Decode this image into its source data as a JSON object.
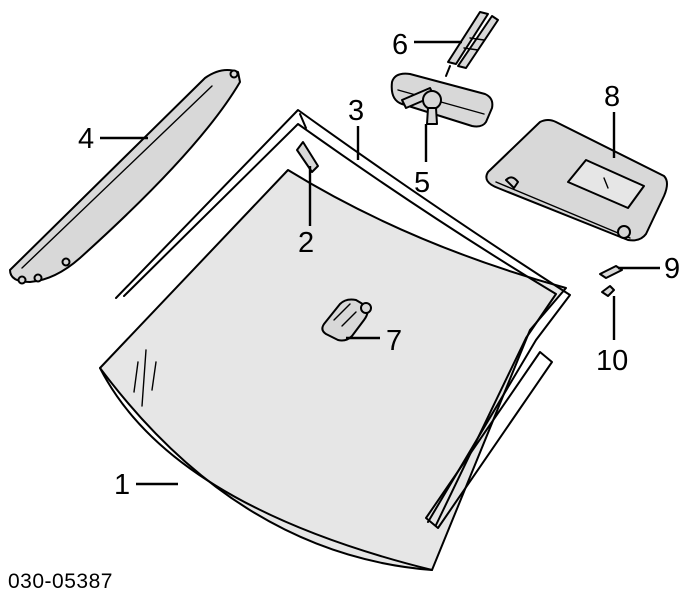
{
  "callouts": {
    "c1": "1",
    "c2": "2",
    "c3": "3",
    "c4": "4",
    "c5": "5",
    "c6": "6",
    "c7": "7",
    "c8": "8",
    "c9": "9",
    "c10": "10"
  },
  "diagram_code": "030-05387"
}
